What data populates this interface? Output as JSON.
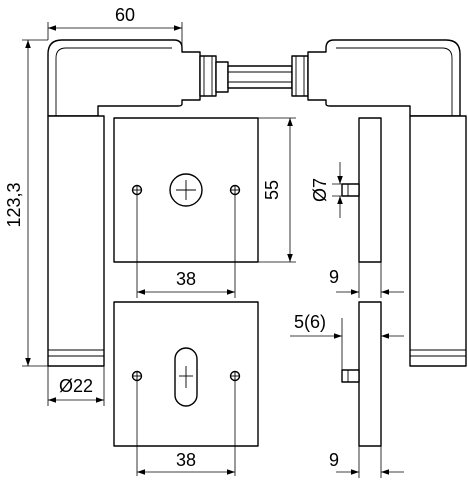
{
  "dimensions": {
    "handle_length": "60",
    "total_height": "123,3",
    "rose_height": "55",
    "hole_spacing_top": "38",
    "hole_spacing_bottom": "38",
    "handle_diameter": "Ø22",
    "spindle_diameter": "Ø7",
    "rose_thickness_top": "9",
    "rose_thickness_bottom": "9",
    "escutcheon_offset": "5(6)"
  }
}
